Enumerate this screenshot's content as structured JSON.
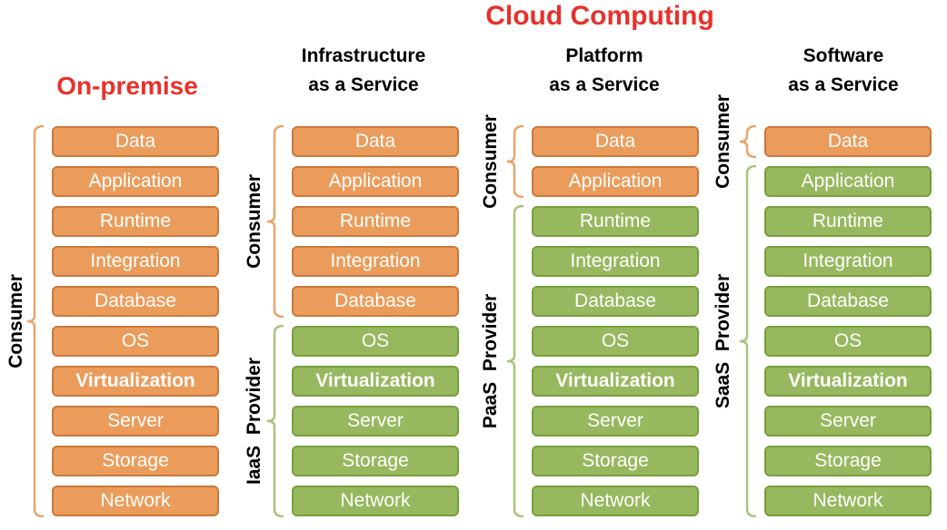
{
  "titles": {
    "cloud": "Cloud Computing",
    "onprem": "On-premise"
  },
  "columns": [
    {
      "heading": [
        "",
        ""
      ],
      "groups": [
        {
          "label": "Consumer",
          "from": 0,
          "to": 9,
          "role": "consumer"
        }
      ]
    },
    {
      "heading": [
        "Infrastructure",
        "as a Service"
      ],
      "groups": [
        {
          "label": "Consumer",
          "from": 0,
          "to": 4,
          "role": "consumer"
        },
        {
          "label": "IaaS  Provider",
          "from": 5,
          "to": 9,
          "role": "provider"
        }
      ]
    },
    {
      "heading": [
        "Platform",
        "as a Service"
      ],
      "groups": [
        {
          "label": "Consumer",
          "from": 0,
          "to": 1,
          "role": "consumer"
        },
        {
          "label": "PaaS  Provider",
          "from": 2,
          "to": 9,
          "role": "provider"
        }
      ]
    },
    {
      "heading": [
        "Software",
        "as a Service"
      ],
      "groups": [
        {
          "label": "Consumer",
          "from": 0,
          "to": 0,
          "role": "consumer"
        },
        {
          "label": "SaaS  Provider",
          "from": 1,
          "to": 9,
          "role": "provider"
        }
      ]
    }
  ],
  "layers": [
    "Data",
    "Application",
    "Runtime",
    "Integration",
    "Database",
    "OS",
    "Virtualization",
    "Server",
    "Storage",
    "Network"
  ],
  "bold_layers": [
    "Virtualization"
  ],
  "colors": {
    "title_red": "#e8312a",
    "consumer_fill": "#eb9c5b",
    "consumer_border": "#c9783b",
    "provider_fill": "#97b85e",
    "provider_border": "#76a03c",
    "consumer_brace": "#e9a56b",
    "provider_brace": "#a9c47a"
  }
}
